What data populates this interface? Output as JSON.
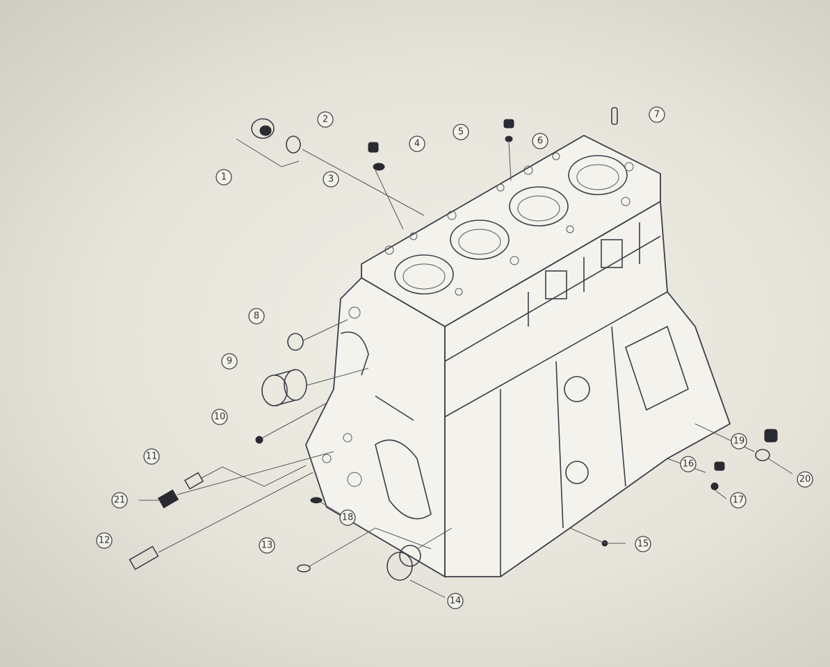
{
  "diagram": {
    "type": "exploded parts diagram",
    "subject_icon": "engine-block-illustration",
    "callouts": [
      "1",
      "2",
      "3",
      "4",
      "5",
      "6",
      "7",
      "8",
      "9",
      "10",
      "11",
      "12",
      "13",
      "14",
      "15",
      "16",
      "17",
      "18",
      "19",
      "20",
      "21"
    ]
  }
}
